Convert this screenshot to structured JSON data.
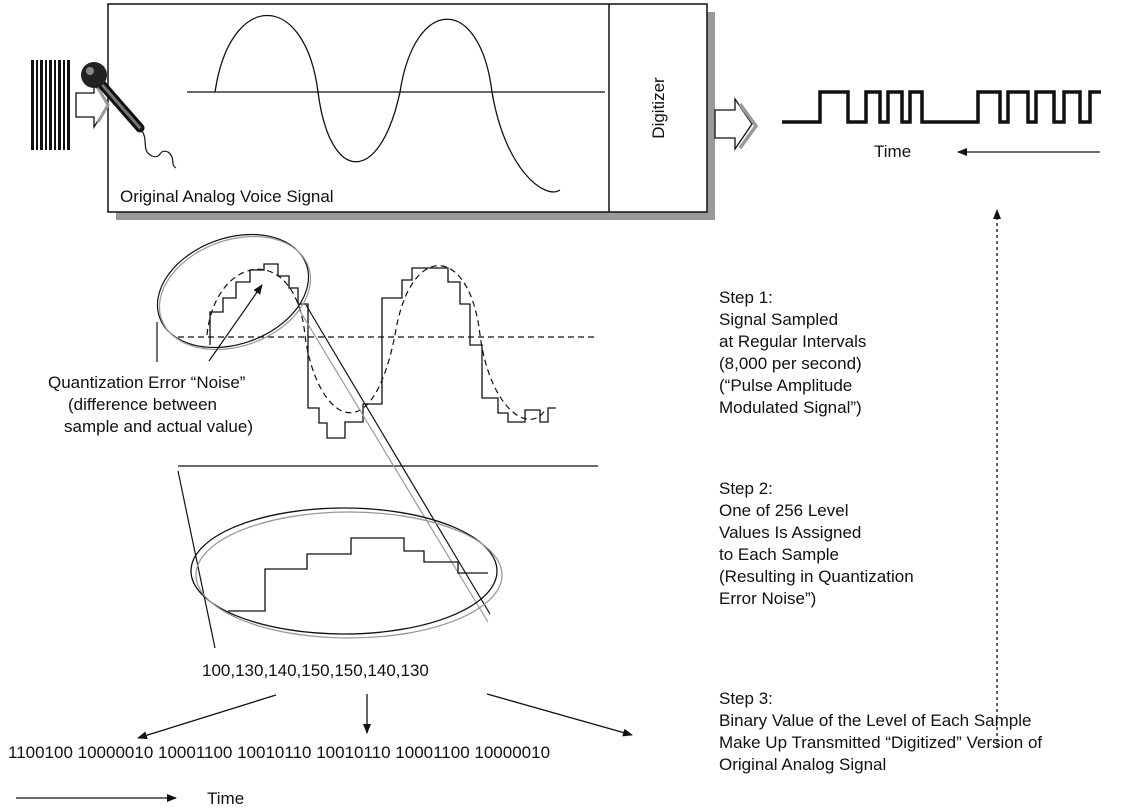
{
  "top_panel": {
    "label": "Original Analog Voice Signal",
    "digitizer_label": "Digitizer"
  },
  "digital_output": {
    "time_label": "Time"
  },
  "quantization": {
    "noise_lines": [
      "Quantization Error “Noise”",
      "(difference between",
      "sample and actual value)"
    ]
  },
  "sample_values": "100,130,140,150,150,140,130",
  "binary_values": "1100100 10000010 10001100 10010110 10010110 10001100 10000010",
  "bottom_time_label": "Time",
  "steps": [
    {
      "lines": [
        "Step 1:",
        "Signal Sampled",
        "at Regular Intervals",
        "(8,000 per second)",
        "(“Pulse Amplitude",
        "Modulated Signal”)"
      ]
    },
    {
      "lines": [
        "Step 2:",
        "One of 256 Level",
        "Values Is Assigned",
        "to Each Sample",
        "(Resulting in Quantization",
        "Error Noise”)"
      ]
    },
    {
      "lines": [
        "Step 3:",
        "Binary Value of the Level of Each Sample",
        "Make Up Transmitted “Digitized” Version of",
        "Original Analog Signal"
      ]
    }
  ],
  "icons": [
    "barcode-icon",
    "microphone-icon",
    "arrow-right-icon"
  ]
}
